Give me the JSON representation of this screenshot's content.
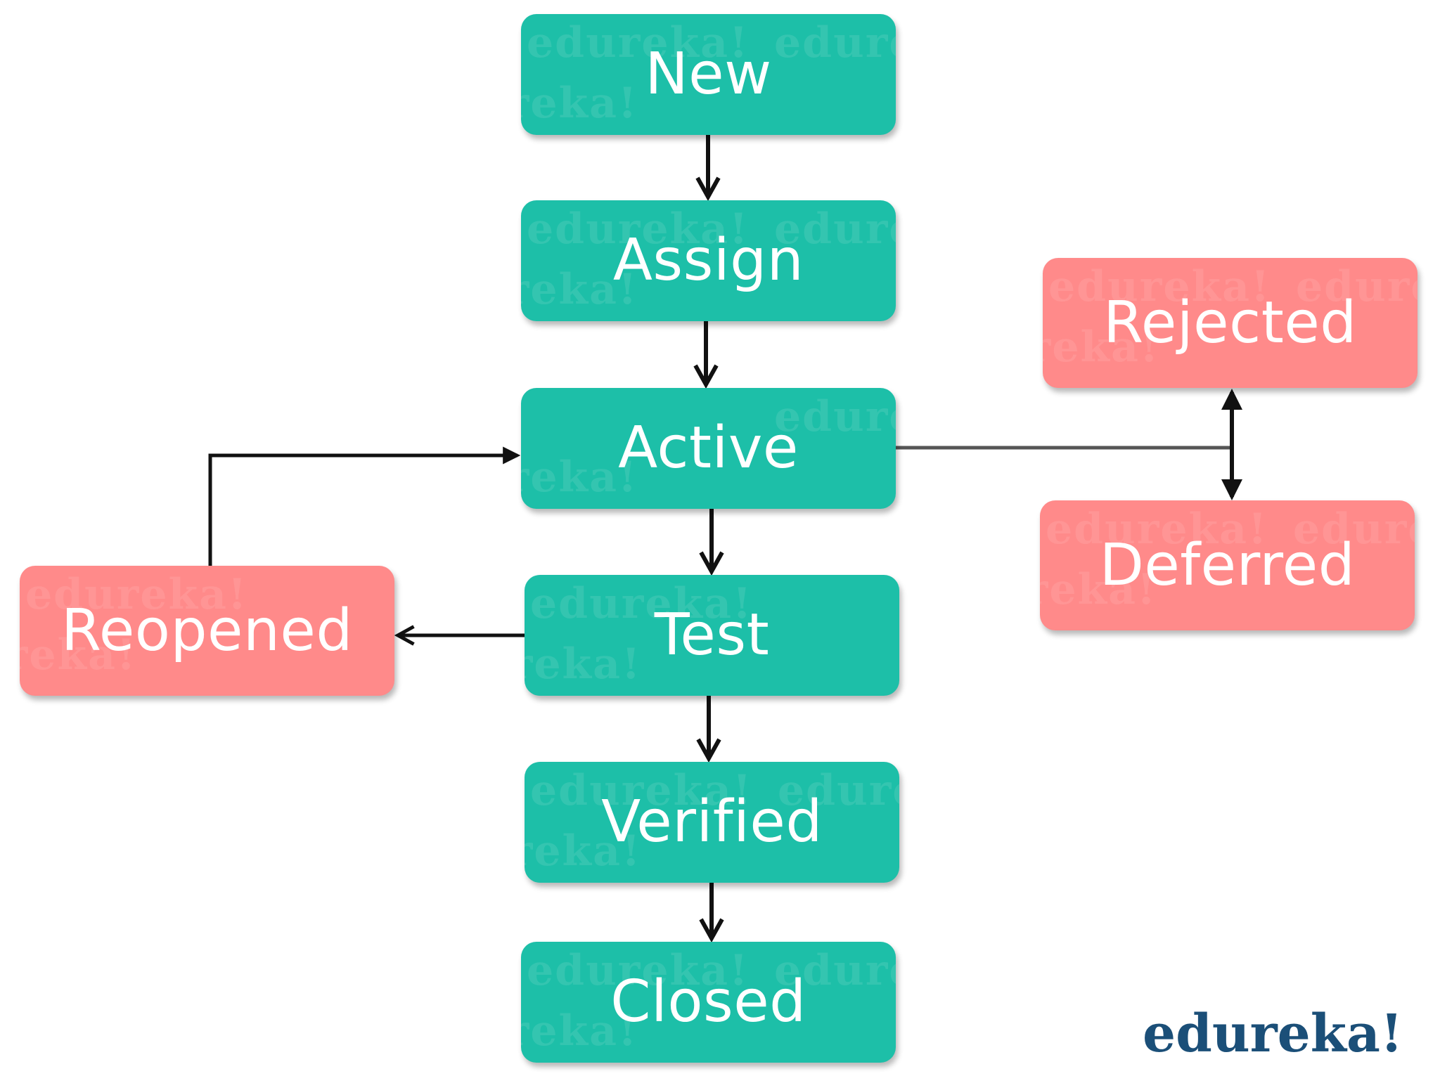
{
  "colors": {
    "primary_state": "#1dbfa8",
    "alternate_state": "#ff8a8a",
    "node_text": "#ffffff",
    "arrow": "#111111",
    "brand": "#1b4f78"
  },
  "nodes": {
    "new": "New",
    "assign": "Assign",
    "active": "Active",
    "test": "Test",
    "verified": "Verified",
    "closed": "Closed",
    "rejected": "Rejected",
    "deferred": "Deferred",
    "reopened": "Reopened"
  },
  "watermark": "edureka!",
  "brand": {
    "logo_text": "edureka!"
  },
  "edges": [
    {
      "from": "New",
      "to": "Assign"
    },
    {
      "from": "Assign",
      "to": "Active"
    },
    {
      "from": "Active",
      "to": "Test"
    },
    {
      "from": "Test",
      "to": "Verified"
    },
    {
      "from": "Verified",
      "to": "Closed"
    },
    {
      "from": "Test",
      "to": "Reopened"
    },
    {
      "from": "Reopened",
      "to": "Active"
    },
    {
      "from": "Active",
      "to": "Rejected"
    },
    {
      "from": "Active",
      "to": "Deferred"
    }
  ]
}
